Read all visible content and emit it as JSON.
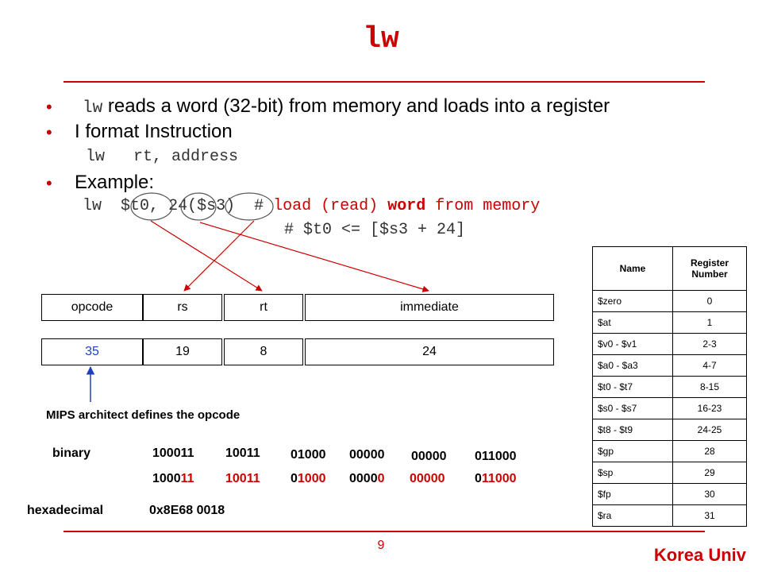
{
  "slide": {
    "title": "lw",
    "bullets": {
      "b1_code": "lw",
      "b1_text": "reads a word (32-bit) from memory and loads into a register",
      "b2_text": "I format Instruction",
      "b2_code": "lw   rt, address",
      "b3_text": "Example:"
    },
    "example": {
      "op": "lw",
      "rt": "$t0",
      "comma": ",",
      "imm": "24",
      "rs": "($s3)",
      "hash": "#",
      "c1": "load (read)",
      "c2": "word",
      "c3": "from memory",
      "comment2": "# $t0 <= [$s3 + 24]"
    },
    "fields": {
      "headers": [
        "opcode",
        "rs",
        "rt",
        "immediate"
      ],
      "values": [
        "35",
        "19",
        "8",
        "24"
      ]
    },
    "note": "MIPS architect defines the opcode",
    "binary": {
      "label": "binary",
      "row1": [
        "100011",
        "10011",
        "01000",
        "00000",
        "00000",
        "011000"
      ],
      "row2": [
        {
          "black": "1000",
          "red": "11"
        },
        {
          "black": "",
          "red": "10011"
        },
        {
          "black": "0",
          "red": "1000"
        },
        {
          "black": "0000",
          "red": "0"
        },
        {
          "black": "",
          "red": "00000"
        },
        {
          "black": "0",
          "red": "11000"
        }
      ]
    },
    "hex": {
      "label": "hexadecimal",
      "value": "0x8E68 0018"
    },
    "page_number": "9",
    "brand": "Korea Univ"
  },
  "register_table": {
    "headers": [
      "Name",
      "Register Number"
    ],
    "rows": [
      [
        "$zero",
        "0"
      ],
      [
        "$at",
        "1"
      ],
      [
        "$v0 - $v1",
        "2-3"
      ],
      [
        "$a0 - $a3",
        "4-7"
      ],
      [
        "$t0 - $t7",
        "8-15"
      ],
      [
        "$s0 - $s7",
        "16-23"
      ],
      [
        "$t8 - $t9",
        "24-25"
      ],
      [
        "$gp",
        "28"
      ],
      [
        "$sp",
        "29"
      ],
      [
        "$fp",
        "30"
      ],
      [
        "$ra",
        "31"
      ]
    ]
  },
  "colors": {
    "accent": "#cc0000",
    "arrow_blue": "#1f3fbf"
  }
}
